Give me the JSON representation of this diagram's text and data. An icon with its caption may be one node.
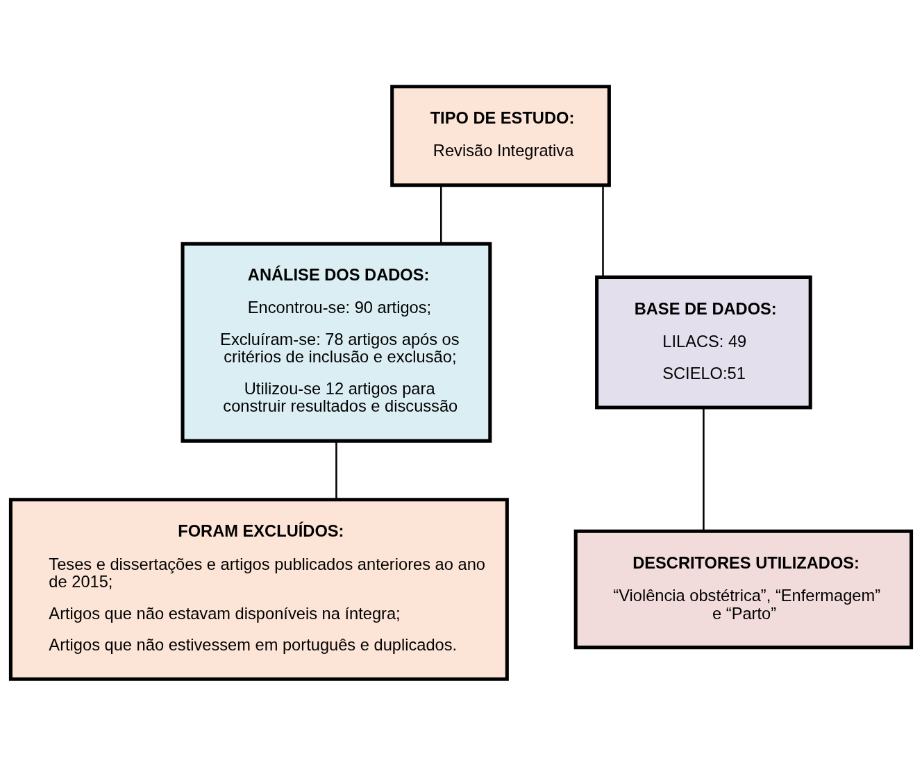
{
  "diagram": {
    "nodes": [
      {
        "text": [
          "TIPO DE ESTUDO:",
          "Revisão Integrativa"
        ]
      },
      {
        "text": [
          "ANÁLISE DOS DADOS:",
          "Encontrou-se: 90 artigos;",
          "Excluíram-se: 78 artigos após os critérios de inclusão e exclusão;",
          "Utilizou-se 12 artigos para construir resultados e discussão"
        ]
      },
      {
        "text": [
          "BASE DE DADOS:",
          "LILACS: 49",
          "SCIELO:51"
        ]
      },
      {
        "text": [
          "DESCRITORES UTILIZADOS:",
          "“Violência obstétrica”, “Enfermagem” e “Parto”"
        ]
      },
      {
        "text": [
          "FORAM EXCLUÍDOS:",
          "Teses e dissertações e artigos publicados anteriores ao ano de 2015;",
          "Artigos que não estavam disponíveis na íntegra;",
          "Artigos que não estivessem em português e duplicados."
        ]
      }
    ],
    "edges": [
      {
        "from": 0,
        "to": 2,
        "arrow": "none"
      },
      {
        "from": 0,
        "to": 1,
        "arrow": "none"
      },
      {
        "from": 2,
        "to": 3,
        "arrow": "none"
      },
      {
        "from": 1,
        "to": 4,
        "arrow": "none"
      }
    ]
  }
}
